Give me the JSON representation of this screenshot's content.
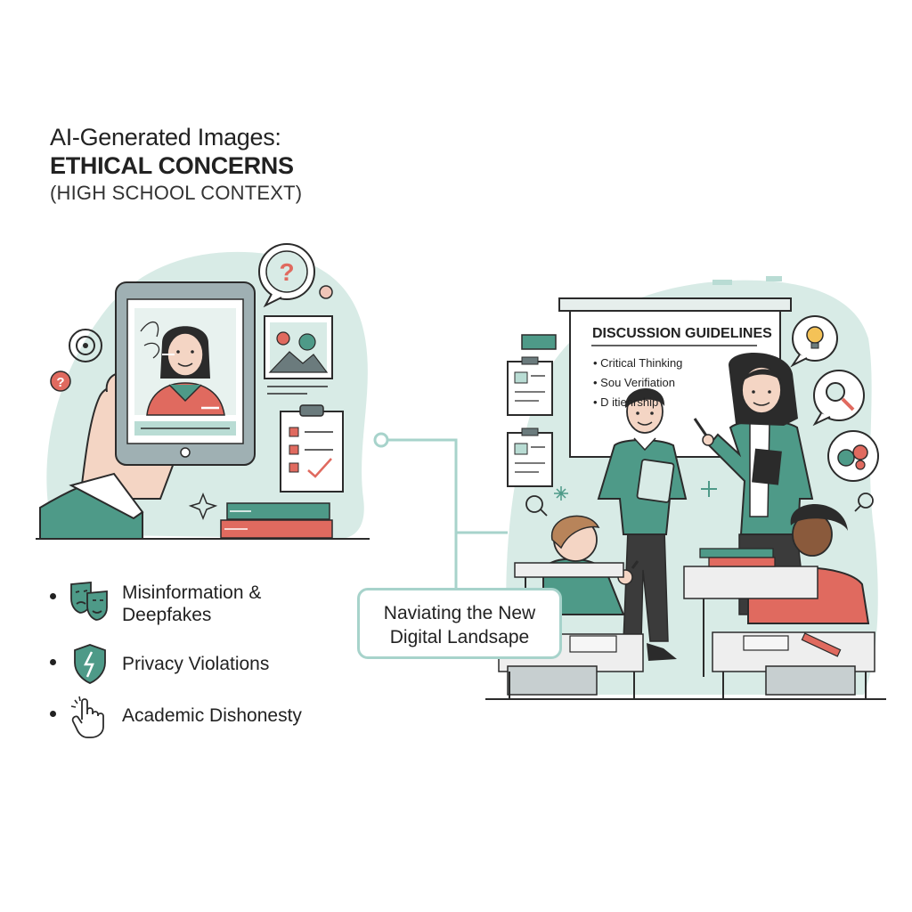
{
  "title": {
    "line1": "AI-Generated Images:",
    "line2": "ETHICAL CONCERNS",
    "line3": "(HIGH SCHOOL CONTEXT)"
  },
  "concerns": [
    {
      "label": "Misinformation & Deepfakes",
      "line1": "Misinformation &",
      "line2": "Deepfakes",
      "icon": "theater-masks-icon"
    },
    {
      "label": "Privacy Violations",
      "icon": "broken-shield-icon"
    },
    {
      "label": "Academic Dishonesty",
      "icon": "pointing-hand-icon"
    }
  ],
  "callout": {
    "line1": "Naviating the New",
    "line2": "Digital Landsape"
  },
  "whiteboard": {
    "title": "DISCUSSION GUIDELINES",
    "items": [
      "• Critical Thinking",
      "• Sou     Verifiation",
      "• D         itienrship"
    ]
  },
  "colors": {
    "teal": "#4e9a88",
    "teal_light": "#d8ebe6",
    "coral": "#e06a5f",
    "outline": "#2b2b2b"
  }
}
